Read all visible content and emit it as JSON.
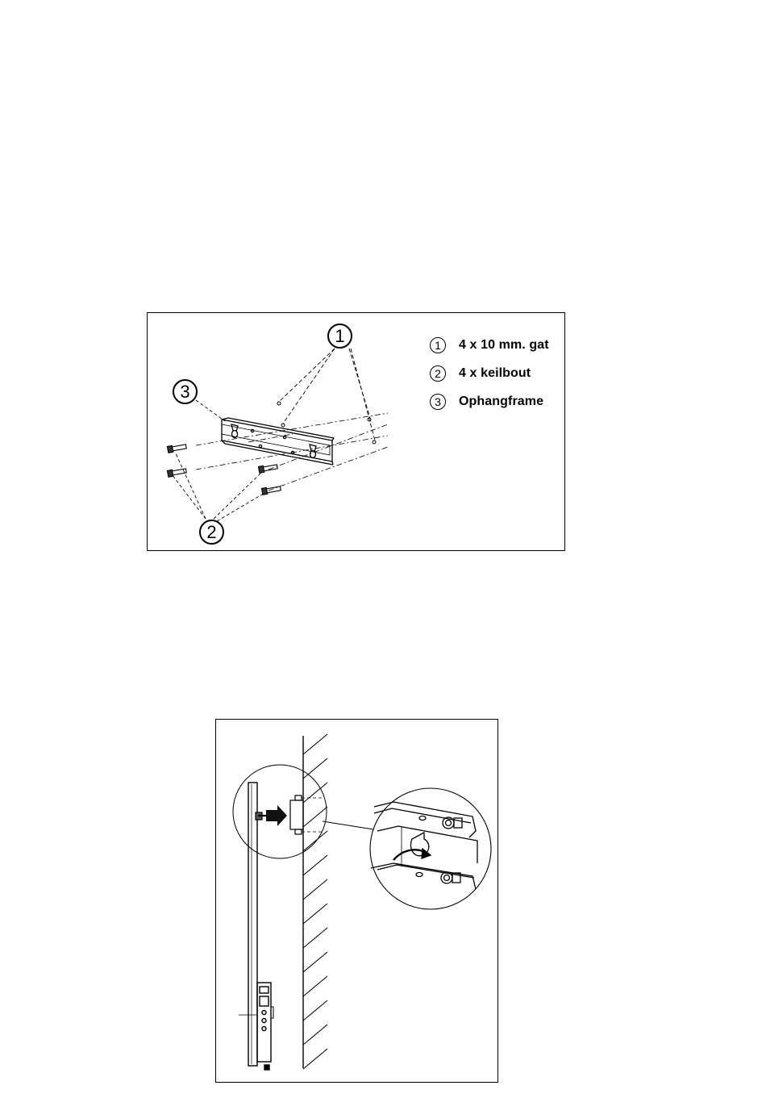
{
  "figure1": {
    "legend": [
      {
        "num": "1",
        "text": "4 x 10 mm. gat"
      },
      {
        "num": "2",
        "text": "4 x keilbout"
      },
      {
        "num": "3",
        "text": "Ophangframe"
      }
    ],
    "callouts": {
      "c1": "1",
      "c2": "2",
      "c3": "3"
    }
  },
  "figure2": {}
}
